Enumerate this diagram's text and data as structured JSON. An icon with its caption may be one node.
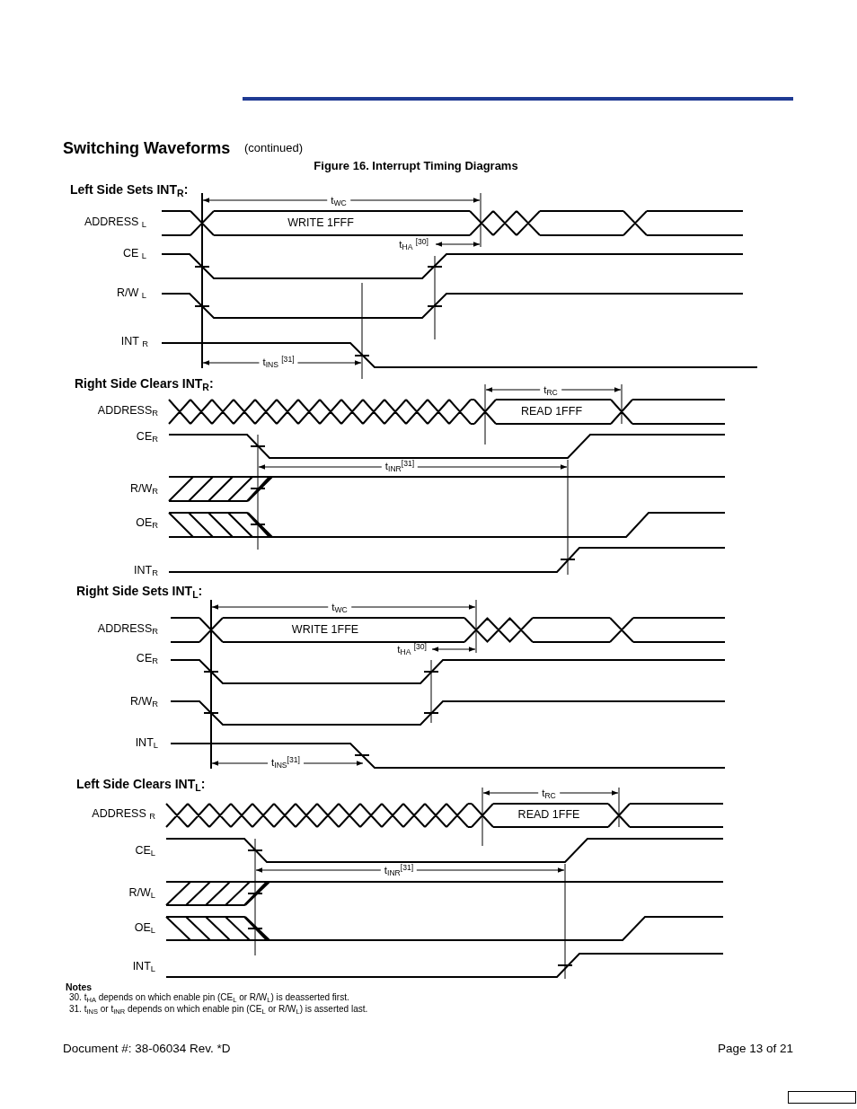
{
  "diagram": {
    "title": "Switching Waveforms",
    "labels": [
      "(continued)",
      "Figure 16.  Interrupt Timing Diagrams",
      "Left Side Sets INT$_{R}$:",
      "t$_{WC}$",
      "ADDRESS $_{L}$",
      "WRITE 1FFF",
      "t$_{HA}$ $^{[30]}$",
      "CE $_{L}$",
      "R/W $_{L}$",
      "INT $_{R}$",
      "t$_{INS}$ $^{[31]}$",
      "Right Side Clears INT$_{R}$:",
      "t$_{RC}$",
      "ADDRESS$_{R}$",
      "READ 1FFF",
      "CE$_{R}$",
      "t$_{INR}$$^{[31]}$",
      "R/W$_{R}$",
      "OE$_{R}$",
      "INT$_{R}$",
      "Right Side Sets INT$_{L}$:",
      "t$_{WC}$",
      "ADDRESS$_{R}$",
      "WRITE 1FFE",
      "t$_{HA}$ $^{[30]}$",
      "CE$_{R}$",
      "R/W$_{R}$",
      "INT$_{L}$",
      "t$_{INS}$$^{[31]}$",
      "Left Side Clears INT$_{L}$:",
      "t$_{RC}$",
      "ADDRESS $_{R}$",
      "READ 1FFE",
      "CE$_{L}$",
      "t$_{INR}$$^{[31]}$",
      "R/W$_{L}$",
      "OE$_{L}$",
      "INT$_{L}$",
      "Notes",
      "30. t$_{HA}$ depends on which enable pin (CE$_{L}$ or R/W$_{L}$) is deasserted first.",
      "31. t$_{INS}$ or t$_{INR}$ depends on which enable pin (CE$_{L}$ or R/W$_{L}$) is asserted last.",
      "Document #: 38-06034  Rev. *D",
      "Page 13 of 21"
    ]
  }
}
